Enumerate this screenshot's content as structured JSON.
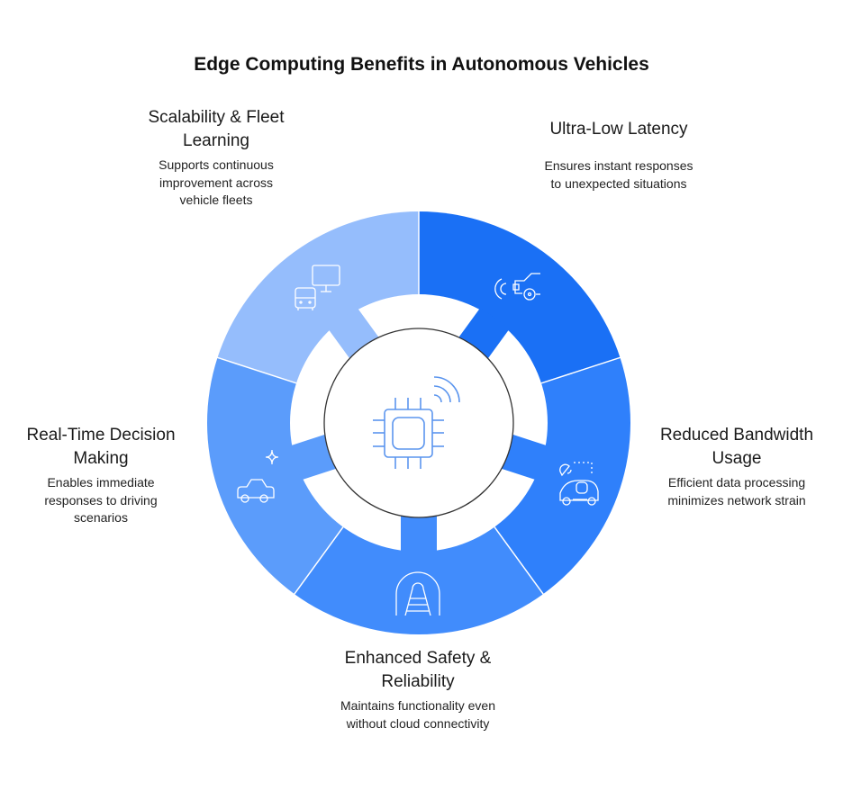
{
  "title": "Edge Computing Benefits in Autonomous Vehicles",
  "center_icon": "chip-wireless-icon",
  "segments": [
    {
      "heading": "Ultra-Low Latency",
      "description": "Ensures instant responses to unexpected situations",
      "color": "#1a70f5",
      "icon": "car-signal-icon"
    },
    {
      "heading": "Reduced Bandwidth Usage",
      "description": "Efficient data processing minimizes network strain",
      "color": "#2f80fb",
      "icon": "autonomous-car-icon"
    },
    {
      "heading": "Enhanced Safety & Reliability",
      "description": "Maintains functionality even without cloud connectivity",
      "color": "#418cfc",
      "icon": "tunnel-track-icon"
    },
    {
      "heading": "Real-Time Decision Making",
      "description": "Enables immediate responses to driving scenarios",
      "color": "#5b9cfb",
      "icon": "car-sparkle-icon"
    },
    {
      "heading": "Scalability & Fleet Learning",
      "description": "Supports continuous improvement across vehicle fleets",
      "color": "#95bdfc",
      "icon": "bus-monitor-icon"
    }
  ]
}
